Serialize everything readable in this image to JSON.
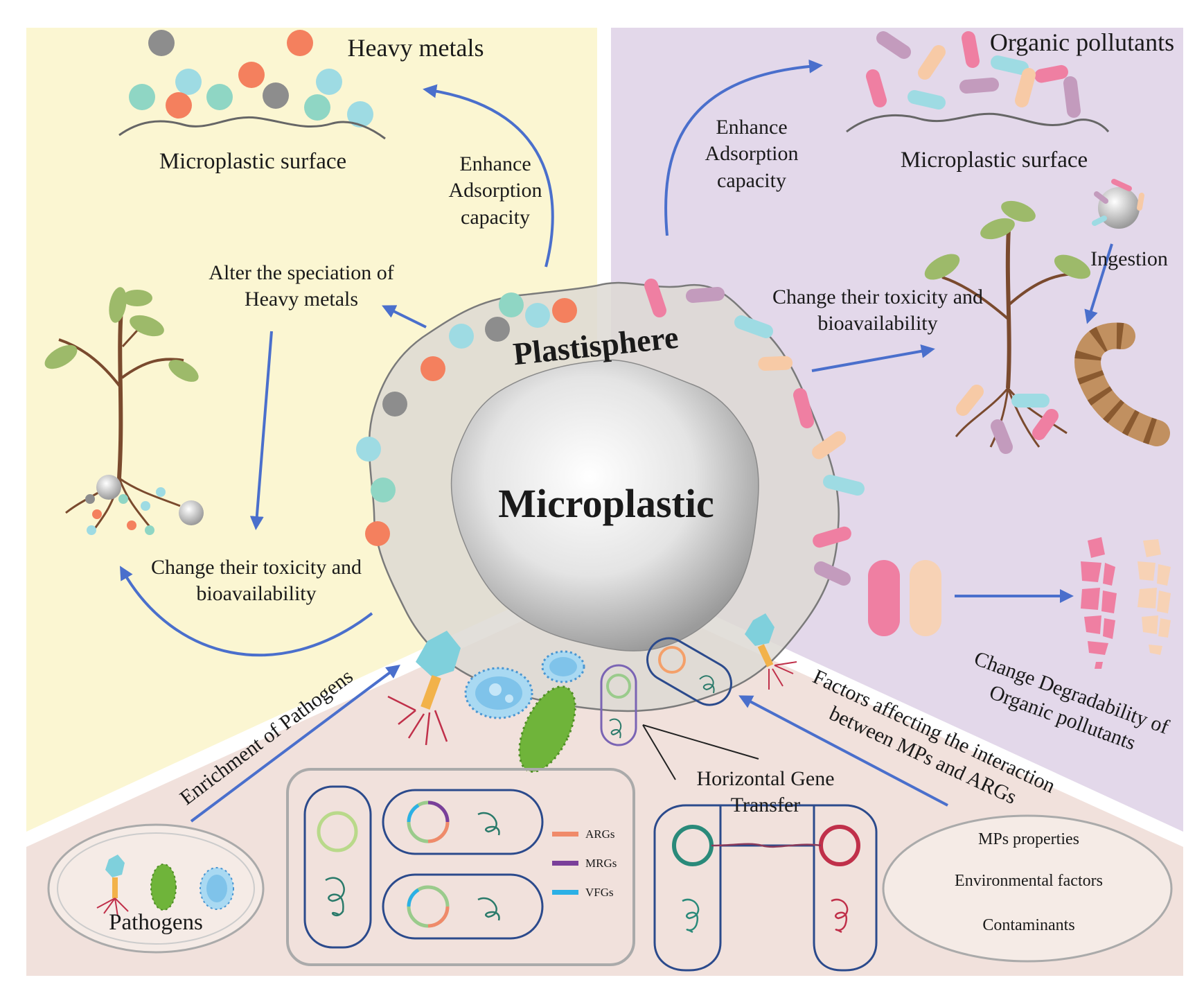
{
  "center": {
    "title": "Microplastic",
    "ring_label": "Plastisphere"
  },
  "heavy_metals": {
    "title": "Heavy metals",
    "surface_label": "Microplastic surface",
    "adsorption": "Enhance\nAdsorption\ncapacity",
    "speciation": "Alter the speciation of\nHeavy metals",
    "toxicity": "Change their toxicity and\nbioavailability"
  },
  "organic_pollutants": {
    "title": "Organic pollutants",
    "surface_label": "Microplastic surface",
    "adsorption": "Enhance\nAdsorption\ncapacity",
    "ingestion": "Ingestion",
    "toxicity": "Change their toxicity and\nbioavailability",
    "degradability": "Change Degradability of\nOrganic pollutants"
  },
  "pathogens": {
    "enrichment": "Enrichment of Pathogens",
    "group_label": "Pathogens",
    "hgt": "Horizontal Gene\nTransfer",
    "legend": [
      {
        "label": "ARGs",
        "color": "#f08a6a"
      },
      {
        "label": "MRGs",
        "color": "#7a3f9a"
      },
      {
        "label": "VFGs",
        "color": "#2bb0e6"
      }
    ],
    "factors_title": "Factors affecting the interaction\nbetween MPs and ARGs",
    "factors": [
      "MPs properties",
      "Environmental factors",
      "Contaminants"
    ]
  },
  "colors": {
    "panel_yellow": "#fbf6d2",
    "panel_purple": "#e3d8ea",
    "panel_pink": "#f1e1dc",
    "arrow": "#4a6fcc"
  }
}
